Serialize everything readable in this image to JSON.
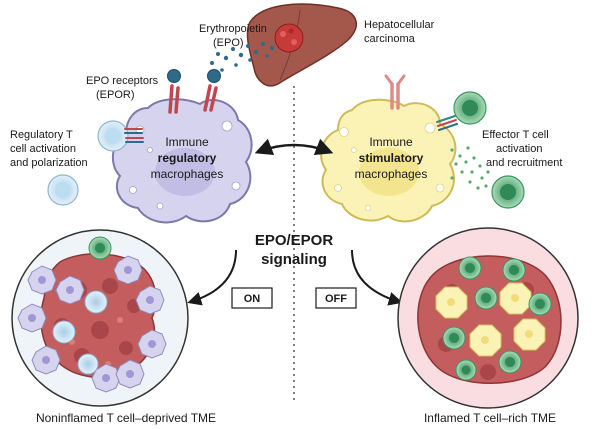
{
  "top": {
    "erythropoietin": "Erythropoietin",
    "epo": "(EPO)",
    "hcc_line1": "Hepatocellular",
    "hcc_line2": "carcinoma",
    "epor_line1": "EPO receptors",
    "epor_line2": "(EPOR)"
  },
  "left": {
    "treg_line1": "Regulatory T",
    "treg_line2": "cell activation",
    "treg_line3": "and polarization",
    "mac_line1": "Immune",
    "mac_line2": "regulatory",
    "mac_line3": "macrophages",
    "caption": "Noninflamed T cell–deprived TME"
  },
  "right": {
    "teff_line1": "Effector T cell",
    "teff_line2": "activation",
    "teff_line3": "and recruitment",
    "mac_line1": "Immune",
    "mac_line2": "stimulatory",
    "mac_line3": "macrophages",
    "caption": "Inflamed T cell–rich TME"
  },
  "center": {
    "line1": "EPO/EPOR",
    "line2": "signaling",
    "on_label": "ON",
    "off_label": "OFF"
  },
  "colors": {
    "regulatory_macrophage": "#d6d3ee",
    "stimulatory_macrophage": "#fbf2b5",
    "liver": "#a4584c",
    "tumor_cell": "#c35d5e",
    "receptor": "#c2474d",
    "epo_dot": "#2e6a8a",
    "treg_cell": "#cfe6f4",
    "effector_cell": "#5fb37a"
  }
}
